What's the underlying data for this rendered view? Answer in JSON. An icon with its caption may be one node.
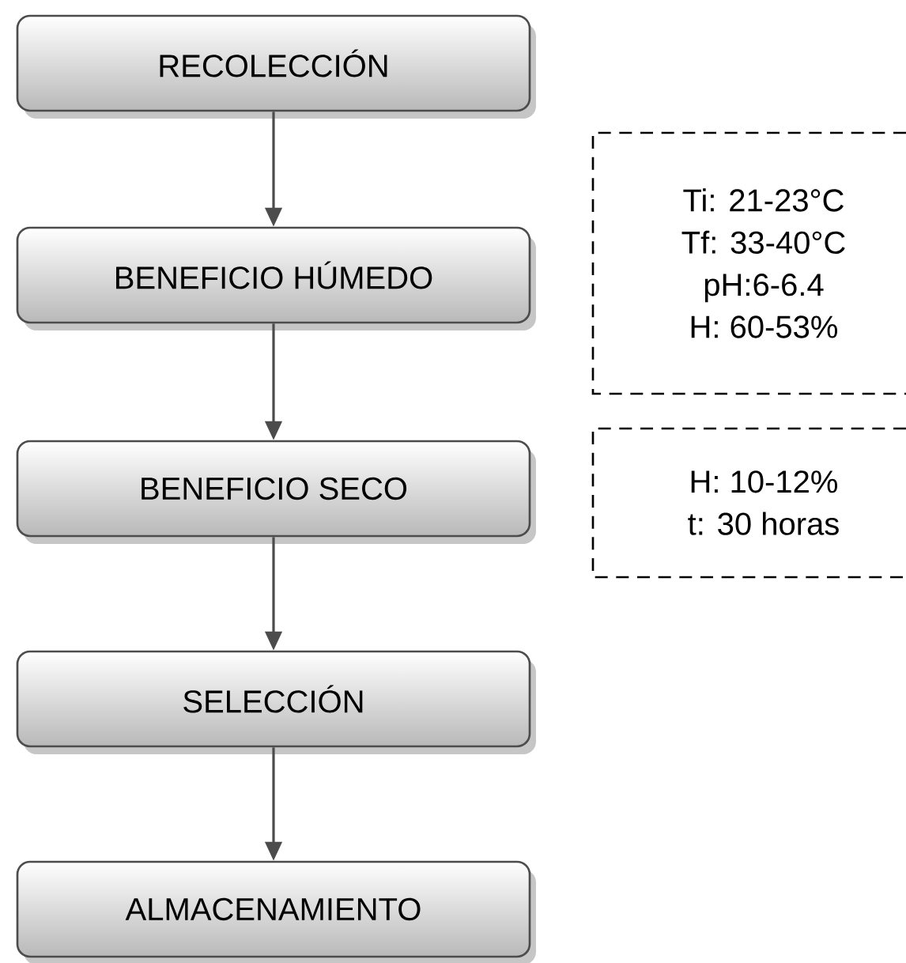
{
  "diagram": {
    "nodes": [
      {
        "text": [
          "RECOLECCIÓN"
        ]
      },
      {
        "text": [
          "BENEFICIO HÚMEDO"
        ]
      },
      {
        "text": [
          "BENEFICIO SECO"
        ]
      },
      {
        "text": [
          "SELECCIÓN"
        ]
      },
      {
        "text": [
          "ALMACENAMIENTO"
        ]
      },
      {
        "text": [
          "Ti: 21-23°C",
          "Tf: 33-40°C",
          "pH:6-6.4",
          "H: 60-53%"
        ]
      },
      {
        "text": [
          "H: 10-12%",
          "t: 30 horas"
        ]
      }
    ],
    "edges": [
      {
        "from": 0,
        "to": 1,
        "arrow": "to"
      },
      {
        "from": 1,
        "to": 2,
        "arrow": "to"
      },
      {
        "from": 2,
        "to": 3,
        "arrow": "to"
      },
      {
        "from": 3,
        "to": 4,
        "arrow": "to"
      }
    ]
  }
}
